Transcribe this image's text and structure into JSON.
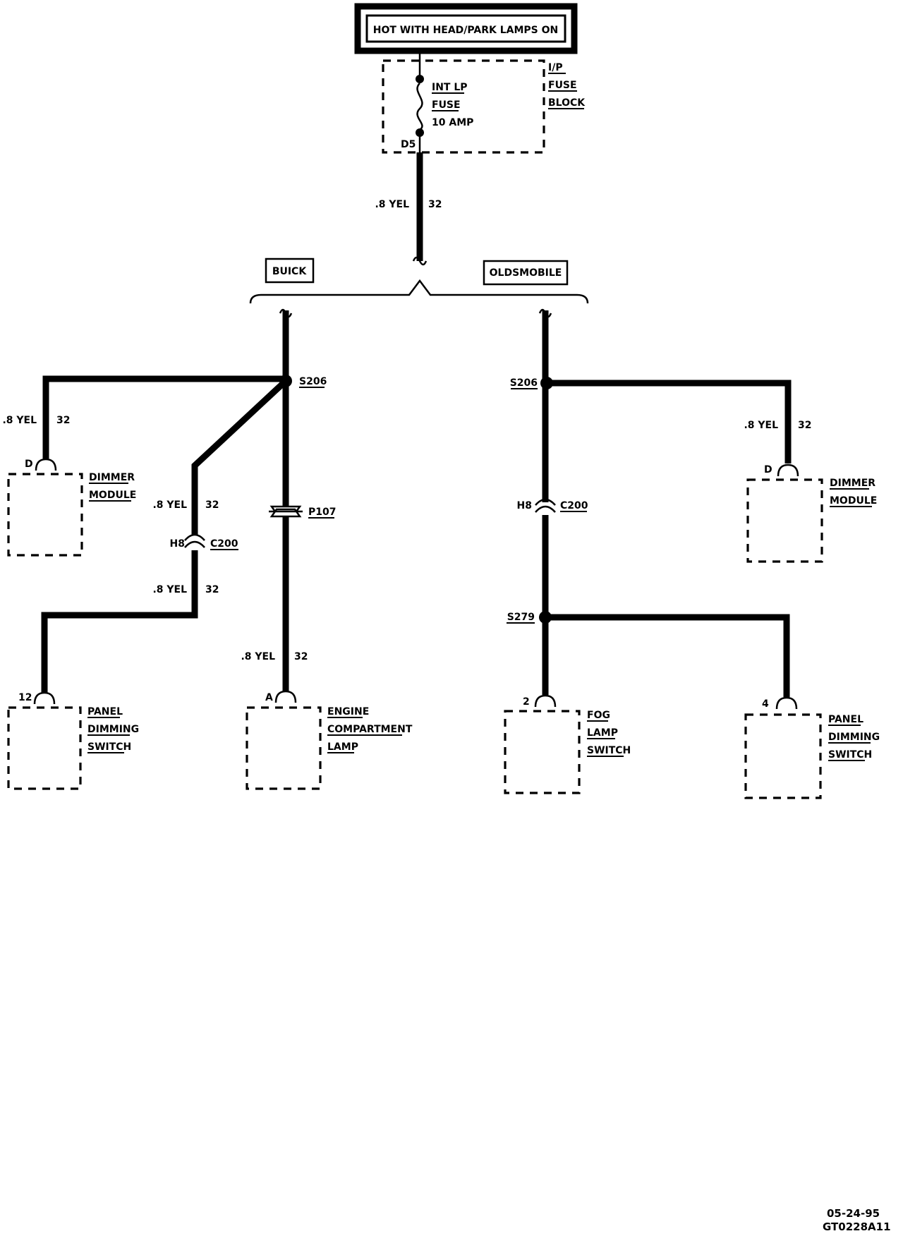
{
  "header": {
    "title": "HOT WITH HEAD/PARK LAMPS ON"
  },
  "fuse_block": {
    "name": [
      "I/P",
      "FUSE",
      "BLOCK"
    ],
    "fuse_name": "INT LP",
    "fuse_word": "FUSE",
    "fuse_rating": "10 AMP",
    "terminal": "D5"
  },
  "main_feed": {
    "wire_size_color": ".8 YEL",
    "circuit": "32"
  },
  "variants": {
    "left": "BUICK",
    "right": "OLDSMOBILE"
  },
  "buick": {
    "splice": "S206",
    "dimmer_wire": {
      "size_color": ".8 YEL",
      "circuit": "32"
    },
    "dimmer_module": {
      "terminal": "D",
      "name": [
        "DIMMER",
        "MODULE"
      ]
    },
    "c200_upper_wire": {
      "size_color": ".8 YEL",
      "circuit": "32"
    },
    "c200": {
      "pin": "H8",
      "name": "C200"
    },
    "c200_lower_wire": {
      "size_color": ".8 YEL",
      "circuit": "32"
    },
    "panel_dimming_switch": {
      "terminal": "12",
      "name": [
        "PANEL",
        "DIMMING",
        "SWITCH"
      ]
    },
    "pass_through": "P107",
    "engine_wire": {
      "size_color": ".8 YEL",
      "circuit": "32"
    },
    "engine_compartment_lamp": {
      "terminal": "A",
      "name": [
        "ENGINE",
        "COMPARTMENT",
        "LAMP"
      ]
    }
  },
  "oldsmobile": {
    "splice": "S206",
    "dimmer_wire": {
      "size_color": ".8 YEL",
      "circuit": "32"
    },
    "dimmer_module": {
      "terminal": "D",
      "name": [
        "DIMMER",
        "MODULE"
      ]
    },
    "c200": {
      "pin": "H8",
      "name": "C200"
    },
    "splice2": "S279",
    "fog_lamp_switch": {
      "terminal": "2",
      "name": [
        "FOG",
        "LAMP",
        "SWITCH"
      ]
    },
    "panel_dimming_switch": {
      "terminal": "4",
      "name": [
        "PANEL",
        "DIMMING",
        "SWITCH"
      ]
    }
  },
  "footer": {
    "date": "05-24-95",
    "code": "GT0228A11"
  }
}
